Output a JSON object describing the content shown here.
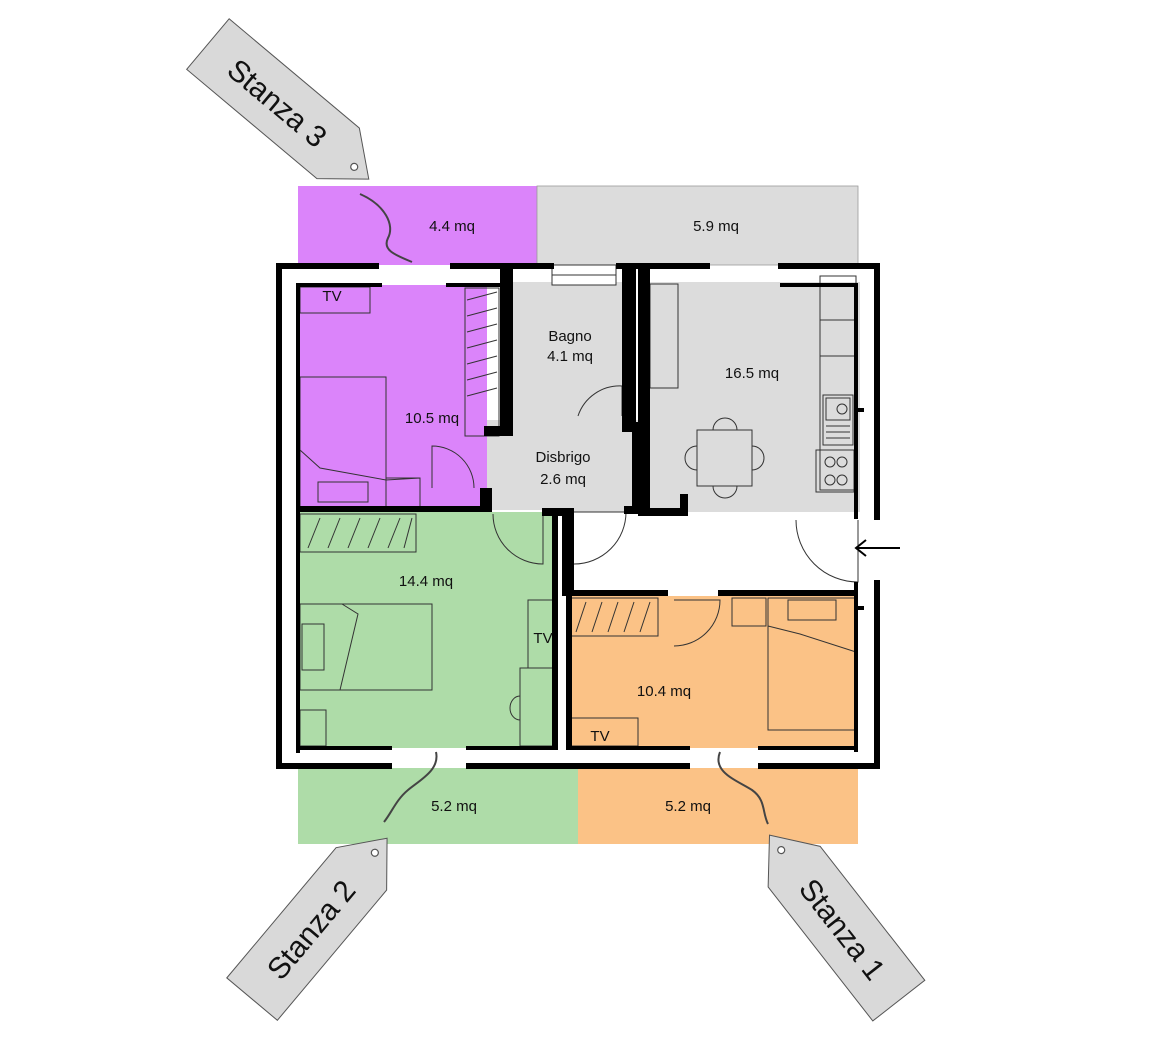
{
  "rooms": {
    "stanza3": {
      "area": "10.5 mq",
      "balcony": "4.4 mq",
      "tv": "TV",
      "tag": "Stanza 3",
      "color": "#db84fa"
    },
    "stanza2": {
      "area": "14.4 mq",
      "balcony": "5.2 mq",
      "tv": "TV",
      "tag": "Stanza 2",
      "color": "#aedca8"
    },
    "stanza1": {
      "area": "10.4 mq",
      "balcony": "5.2 mq",
      "tv": "TV",
      "tag": "Stanza 1",
      "color": "#fbc286"
    },
    "bagno": {
      "name": "Bagno",
      "area": "4.1 mq"
    },
    "disbrigo": {
      "name": "Disbrigo",
      "area": "2.6 mq"
    },
    "soggiorno": {
      "area": "16.5 mq",
      "balcony": "5.9 mq"
    }
  },
  "colors": {
    "common": "#dcdcdc",
    "tag": "#d9d9d9",
    "wall": "#000000"
  },
  "icons": [
    "entrance-arrow-icon",
    "sink-icon",
    "stove-icon",
    "table-icon",
    "bed-icon",
    "wardrobe-icon",
    "tag-icon"
  ]
}
